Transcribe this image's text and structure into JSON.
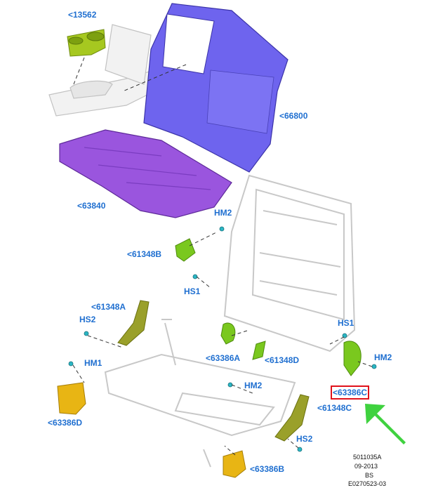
{
  "callouts": {
    "c13562": "<13562",
    "c66800": "<66800",
    "c63840": "<63840",
    "hm2_top": "HM2",
    "c61348b": "<61348B",
    "hs1_left": "HS1",
    "c61348a": "<61348A",
    "hs2_left": "HS2",
    "hm1": "HM1",
    "c63386a": "<63386A",
    "c61348d": "<61348D",
    "hs1_right": "HS1",
    "hm2_right": "HM2",
    "hm2_mid": "HM2",
    "c63386c": "<63386C",
    "c61348c": "<61348C",
    "c63386d": "<63386D",
    "hs2_bottom": "HS2",
    "c63386b": "<63386B"
  },
  "footer": {
    "code": "5011035A",
    "date": "09-2013",
    "variant": "BS",
    "figure": "E0270523-03"
  },
  "colors": {
    "callout": "#1f6fd0",
    "highlight_box": "#e0111b",
    "arrow": "#3fd23f",
    "seat_back": "#6e64ee",
    "cushion": "#9a55de",
    "bracket": "#7ac81e",
    "bracket_dark": "#9aa02a",
    "cover_yellow": "#e8b514",
    "cup_holder": "#a6c820",
    "frame": "#c8c8c8"
  },
  "icons": {
    "pointer": "green-arrow-icon"
  }
}
